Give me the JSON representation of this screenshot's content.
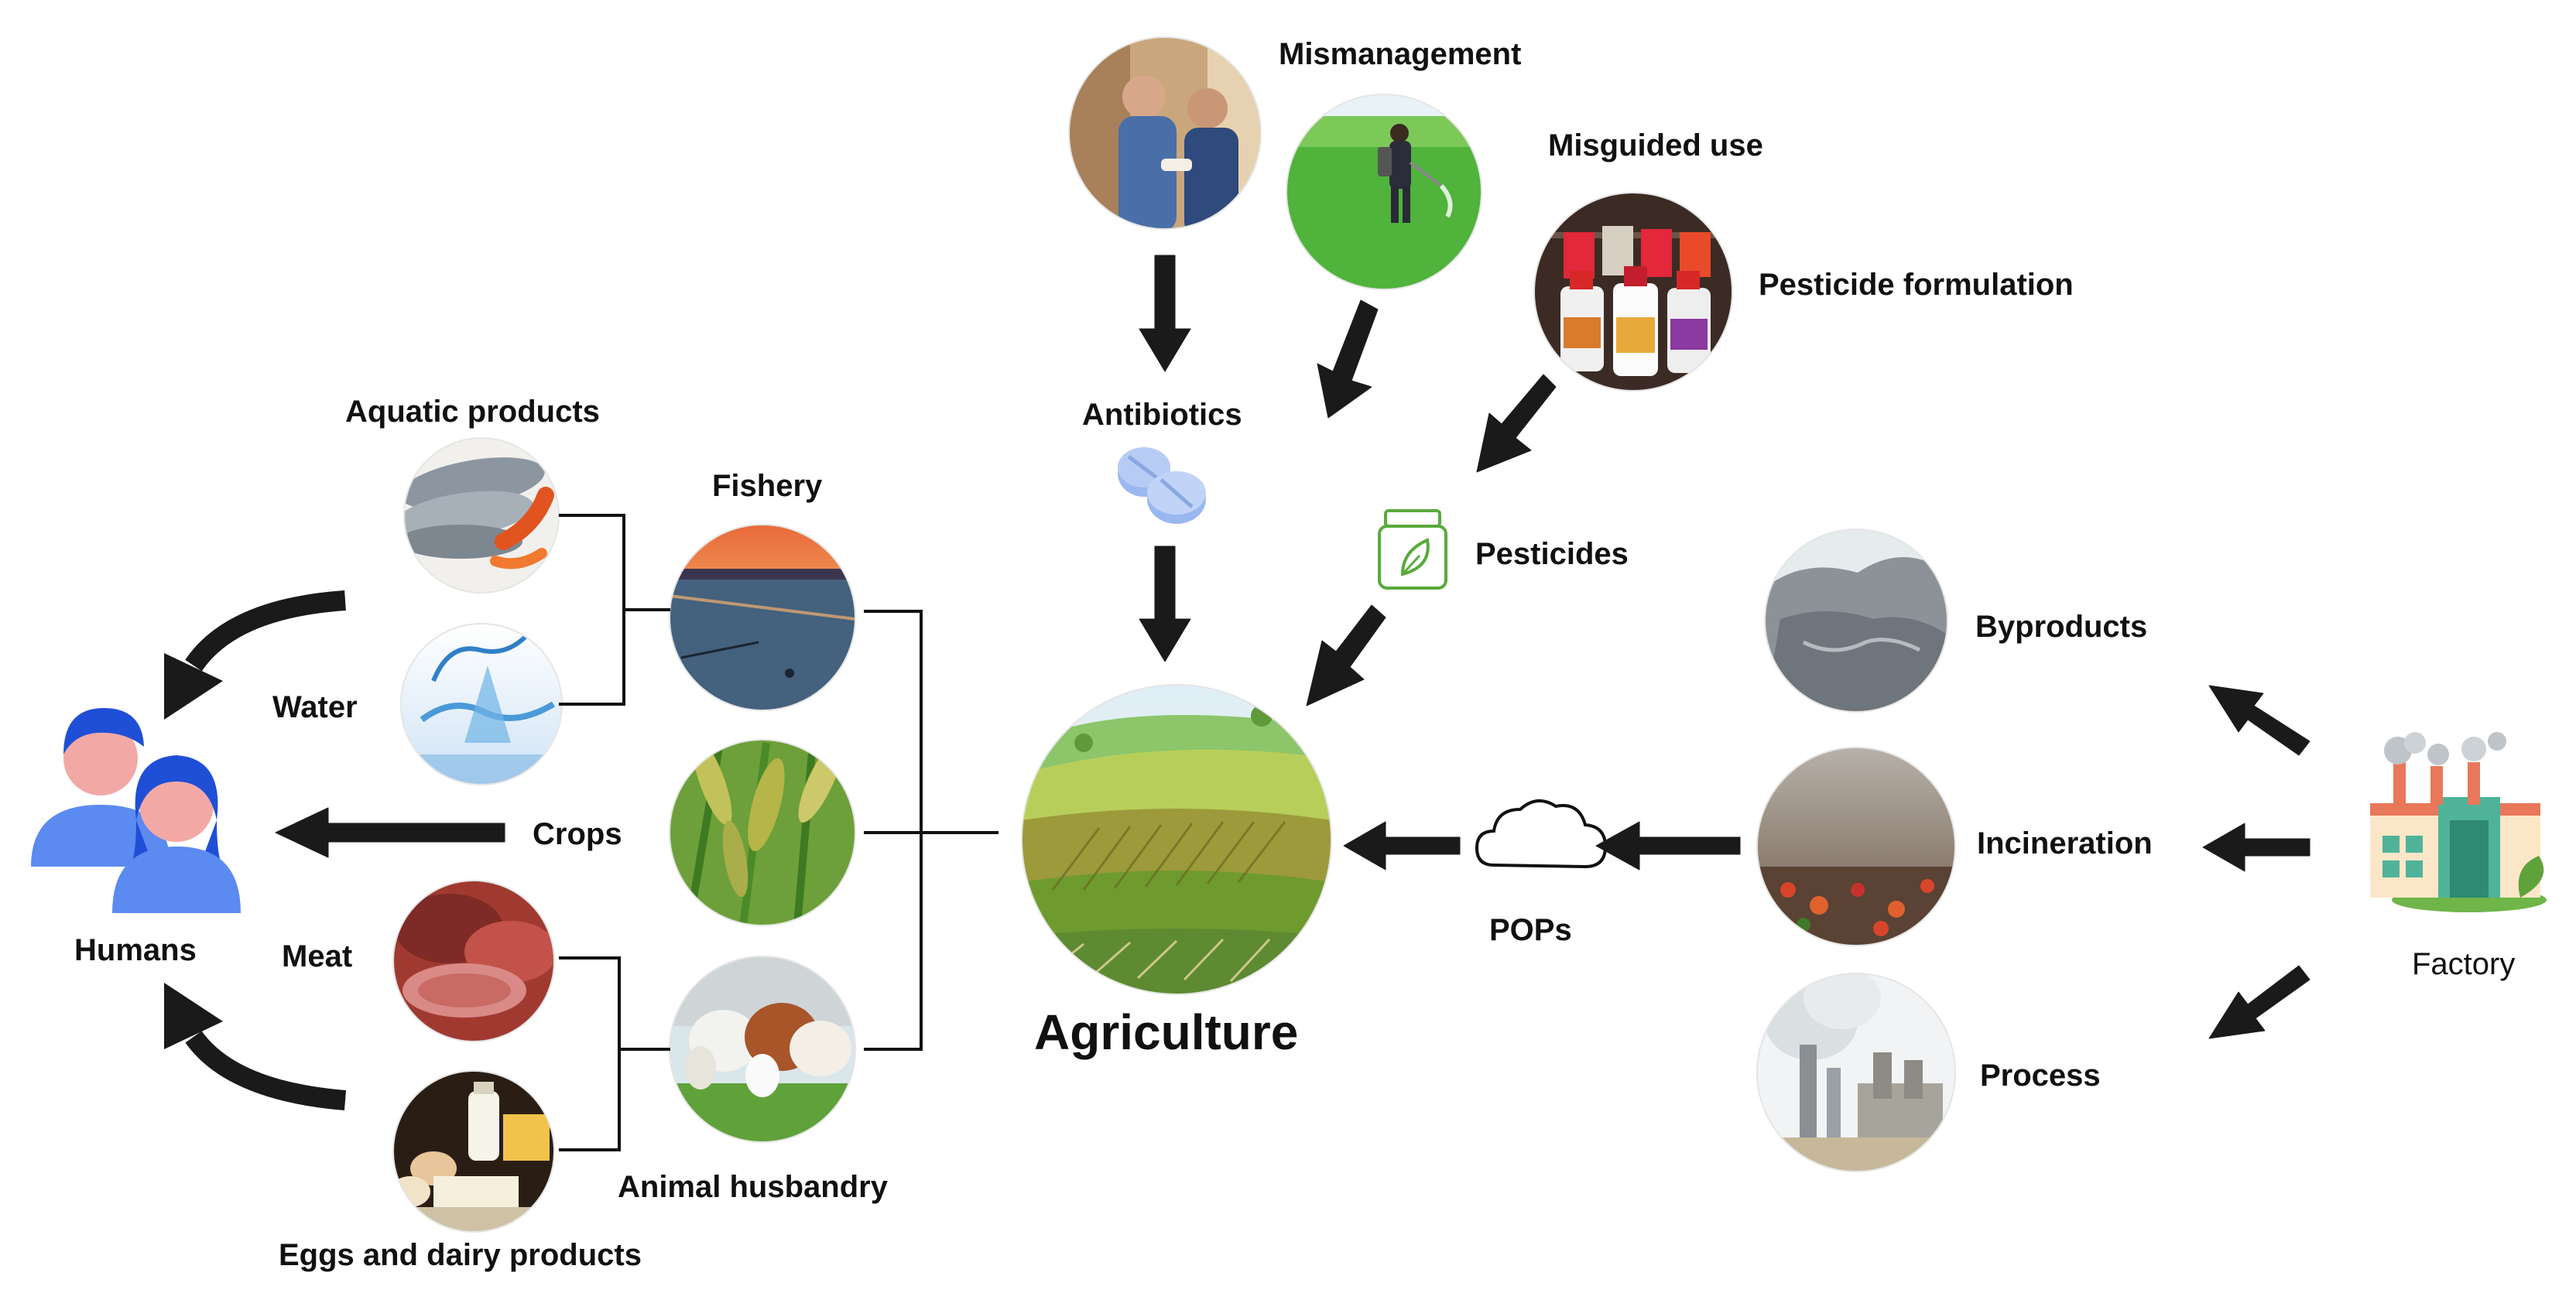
{
  "labels": {
    "mismanagement": "Mismanagement",
    "misguided_use": "Misguided use",
    "pesticide_formulation": "Pesticide formulation",
    "antibiotics": "Antibiotics",
    "pesticides": "Pesticides",
    "aquatic_products": "Aquatic products",
    "fishery": "Fishery",
    "water": "Water",
    "crops": "Crops",
    "meat": "Meat",
    "humans": "Humans",
    "animal_husbandry": "Animal husbandry",
    "eggs_dairy": "Eggs and dairy products",
    "agriculture": "Agriculture",
    "pops": "POPs",
    "byproducts": "Byproducts",
    "incineration": "Incineration",
    "process": "Process",
    "factory": "Factory"
  },
  "colors": {
    "arrow": "#1a1a1a",
    "line": "#111111",
    "human_skin": "#f2a9a6",
    "human_hair": "#1f4fd6",
    "human_body": "#5b8af0",
    "pill": "#9ab8f0",
    "pesticide_icon": "#5aaa3c"
  }
}
